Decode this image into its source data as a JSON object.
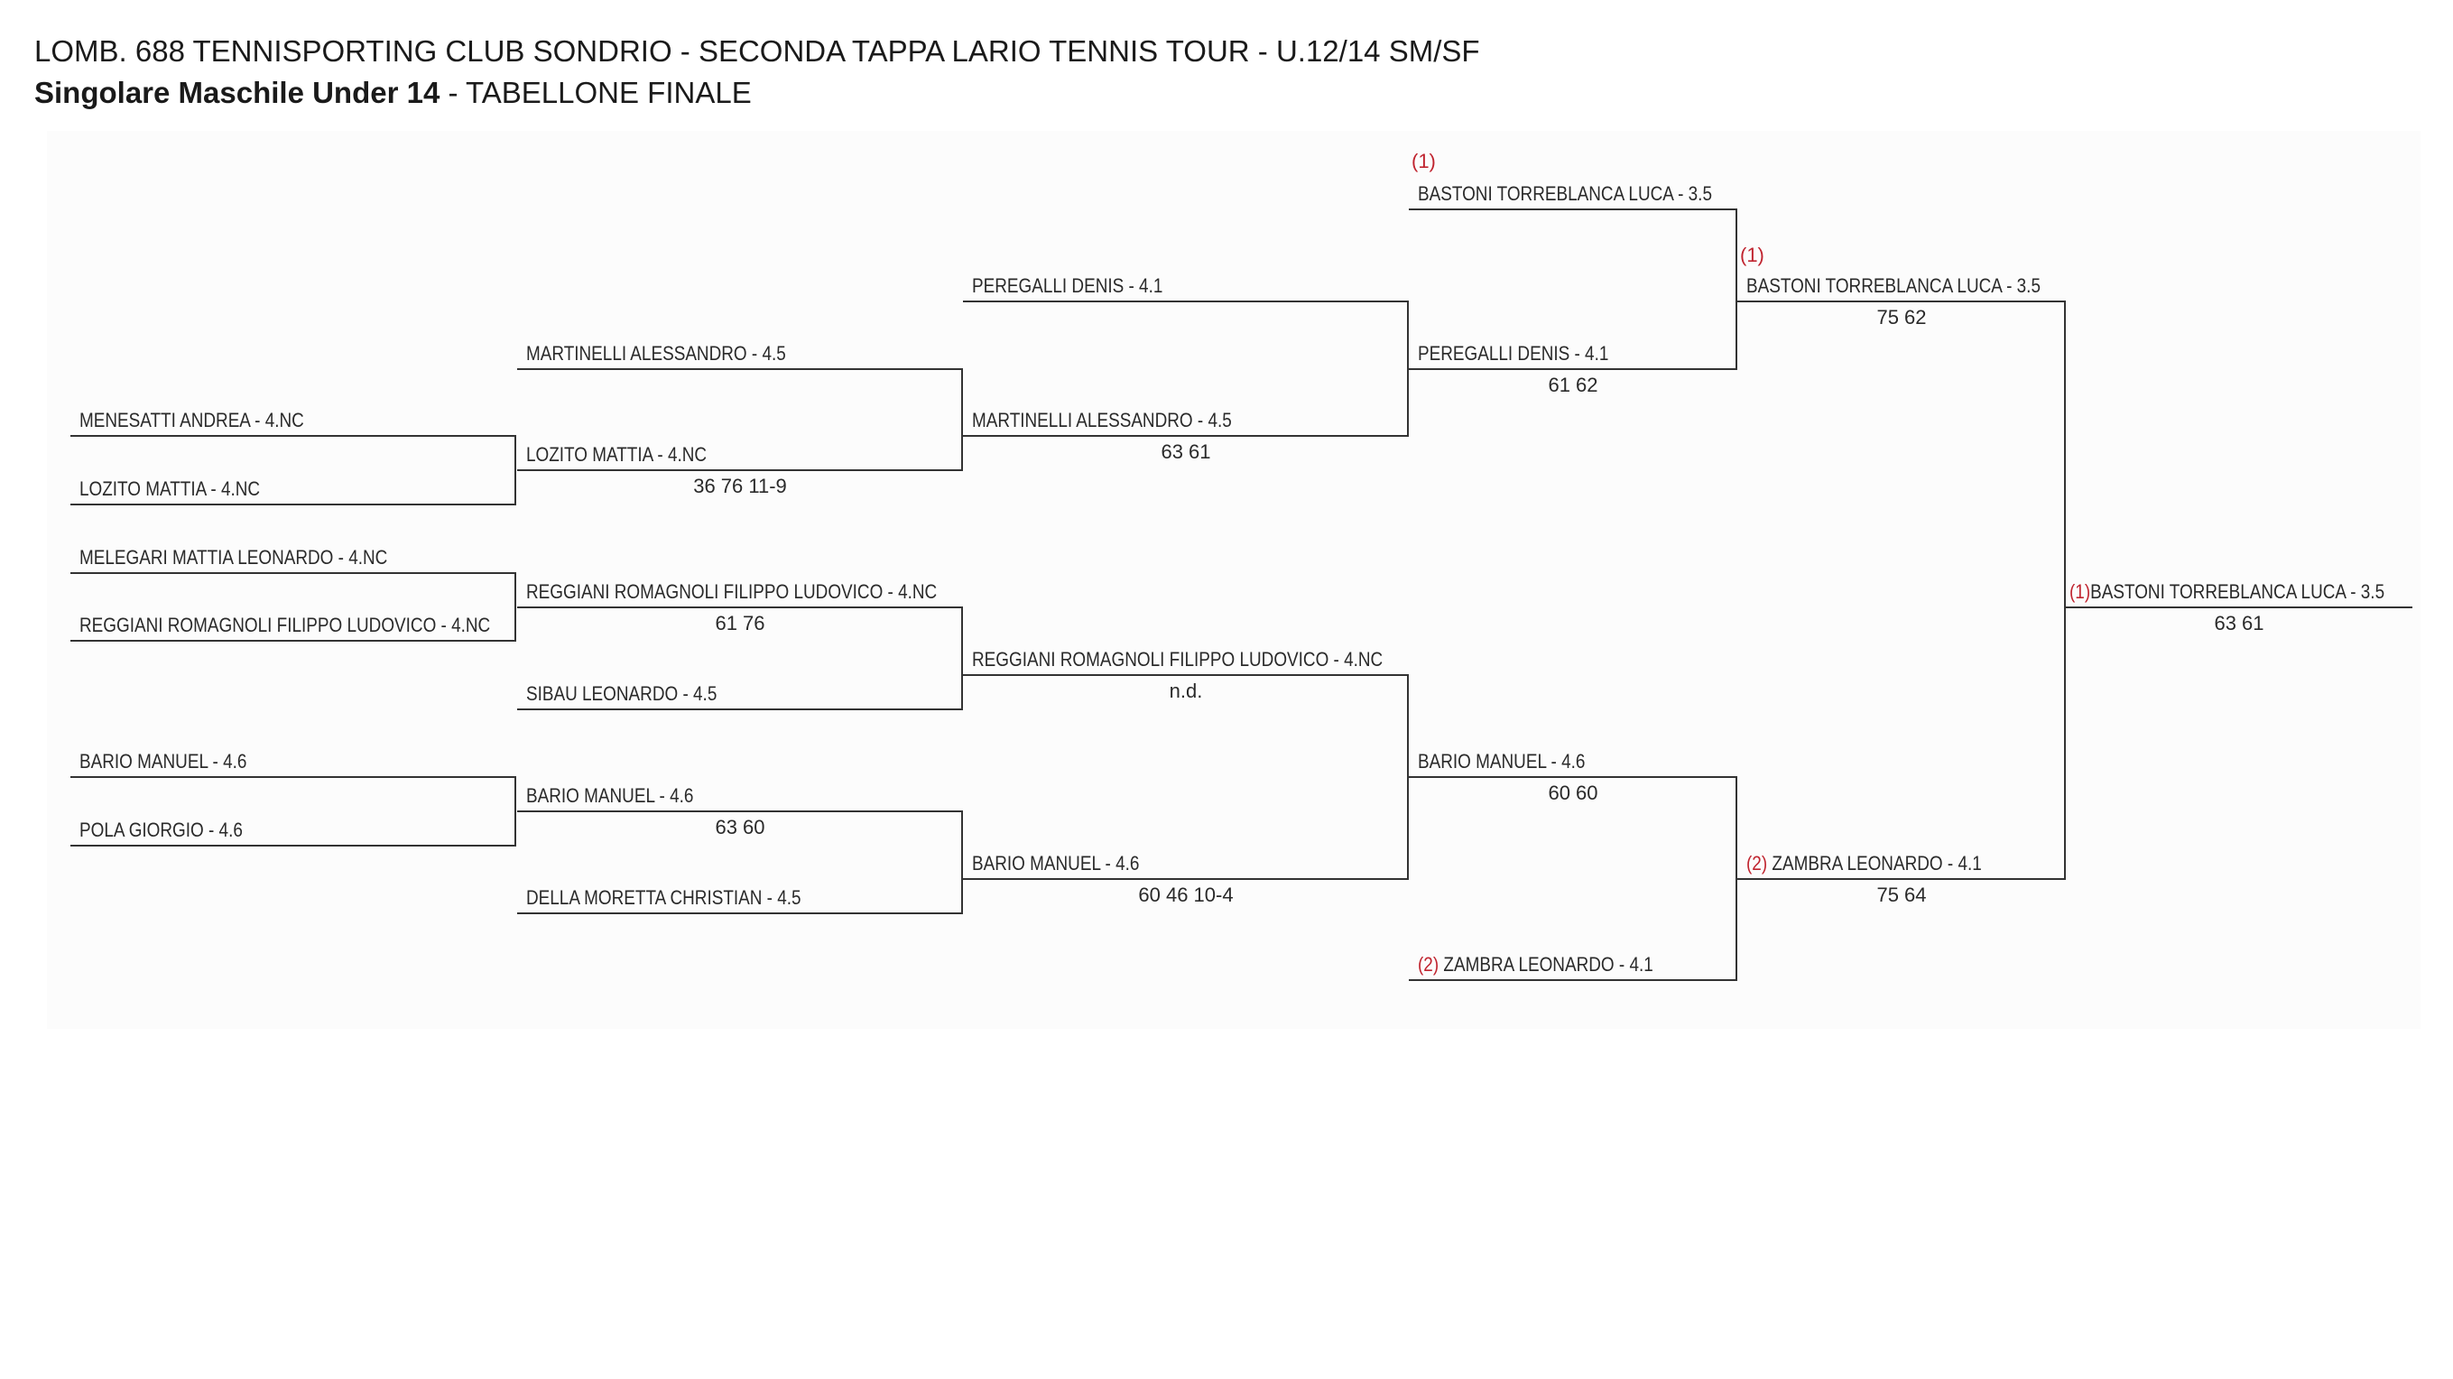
{
  "header": {
    "title": "LOMB. 688 TENNISPORTING CLUB SONDRIO - SECONDA TAPPA LARIO TENNIS TOUR - U.12/14 SM/SF",
    "event": "Singolare Maschile Under 14",
    "subtitle": " - TABELLONE FINALE"
  },
  "bracket": {
    "round1": [
      {
        "name": "MENESATTI ANDREA - 4.NC"
      },
      {
        "name": "LOZITO MATTIA - 4.NC"
      },
      {
        "name": "MELEGARI MATTIA LEONARDO - 4.NC"
      },
      {
        "name": "REGGIANI ROMAGNOLI FILIPPO LUDOVICO - 4.NC"
      },
      {
        "name": "BARIO MANUEL - 4.6"
      },
      {
        "name": "POLA GIORGIO - 4.6"
      }
    ],
    "round2": [
      {
        "name": "MARTINELLI ALESSANDRO - 4.5"
      },
      {
        "name": "LOZITO MATTIA - 4.NC",
        "score": "36 76 11-9"
      },
      {
        "name": "REGGIANI ROMAGNOLI FILIPPO LUDOVICO - 4.NC",
        "score": "61 76"
      },
      {
        "name": "SIBAU LEONARDO - 4.5"
      },
      {
        "name": "BARIO MANUEL - 4.6",
        "score": "63 60"
      },
      {
        "name": "DELLA MORETTA CHRISTIAN - 4.5"
      }
    ],
    "round3": [
      {
        "name": "PEREGALLI DENIS - 4.1"
      },
      {
        "name": "MARTINELLI ALESSANDRO - 4.5",
        "score": "63 61"
      },
      {
        "name": "REGGIANI ROMAGNOLI FILIPPO LUDOVICO - 4.NC",
        "score": "n.d."
      },
      {
        "name": "BARIO MANUEL - 4.6",
        "score": "60 46 10-4"
      }
    ],
    "round4": [
      {
        "seed": "(1)",
        "name": "BASTONI TORREBLANCA LUCA - 3.5"
      },
      {
        "name": "PEREGALLI DENIS - 4.1",
        "score": "61 62"
      },
      {
        "name": "BARIO MANUEL - 4.6",
        "score": "60 60"
      },
      {
        "seed": "(2)",
        "name": "ZAMBRA LEONARDO - 4.1"
      }
    ],
    "semifinal": [
      {
        "seed": "(1)",
        "name": "BASTONI TORREBLANCA LUCA - 3.5",
        "score": "75 62"
      },
      {
        "seed": "(2)",
        "name": "ZAMBRA LEONARDO - 4.1",
        "score": "75 64"
      }
    ],
    "final": {
      "seed": "(1)",
      "name": "BASTONI TORREBLANCA LUCA - 3.5",
      "score": "63 61"
    }
  },
  "colors": {
    "seed": "#c0242f",
    "line": "#333333",
    "text": "#2a2a2a"
  }
}
